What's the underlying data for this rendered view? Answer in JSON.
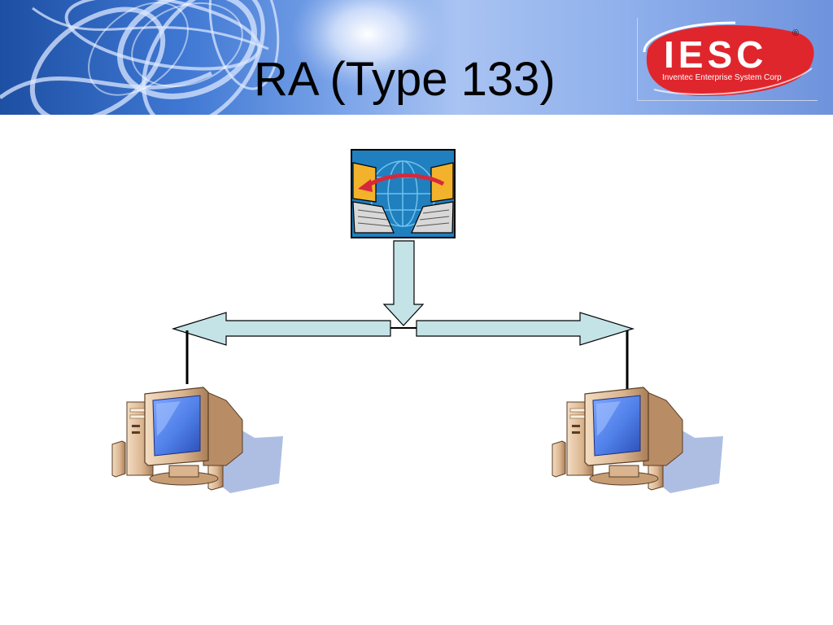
{
  "slide": {
    "title": "RA (Type 133)"
  },
  "logo": {
    "text": "IESC",
    "subtitle": "Inventec Enterprise System Corp",
    "registered": "®"
  },
  "diagram": {
    "nodes": [
      {
        "id": "router",
        "icon": "router-globe-icon"
      },
      {
        "id": "host-left",
        "icon": "desktop-computer-icon"
      },
      {
        "id": "host-right",
        "icon": "desktop-computer-icon"
      }
    ],
    "colors": {
      "arrow_fill": "#c4e3e6",
      "arrow_stroke": "#000000",
      "screen": "#4f7fe8",
      "case": "#d9b48f",
      "shadow": "#9aaedc",
      "router_bg": "#1f7fbf",
      "router_panel": "#f2b22b",
      "router_arrow": "#d7283b"
    }
  }
}
